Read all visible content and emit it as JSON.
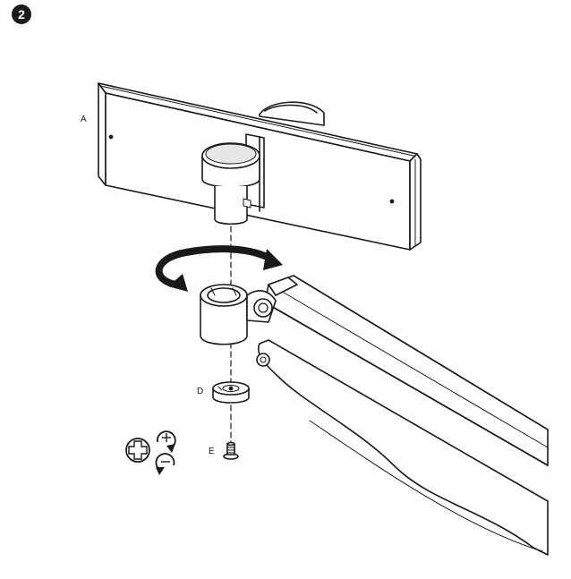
{
  "step": {
    "number": "2"
  },
  "labels": {
    "a": "A",
    "d": "D",
    "e": "E"
  },
  "icons": {
    "tighten": "plus-screw-icon",
    "rotate_plus": "rotate-clockwise-plus-icon",
    "rotate_minus": "rotate-counterclockwise-icon"
  },
  "colors": {
    "line": "#1a1a1a",
    "fill": "#ffffff",
    "shade": "#e6e6e6"
  }
}
